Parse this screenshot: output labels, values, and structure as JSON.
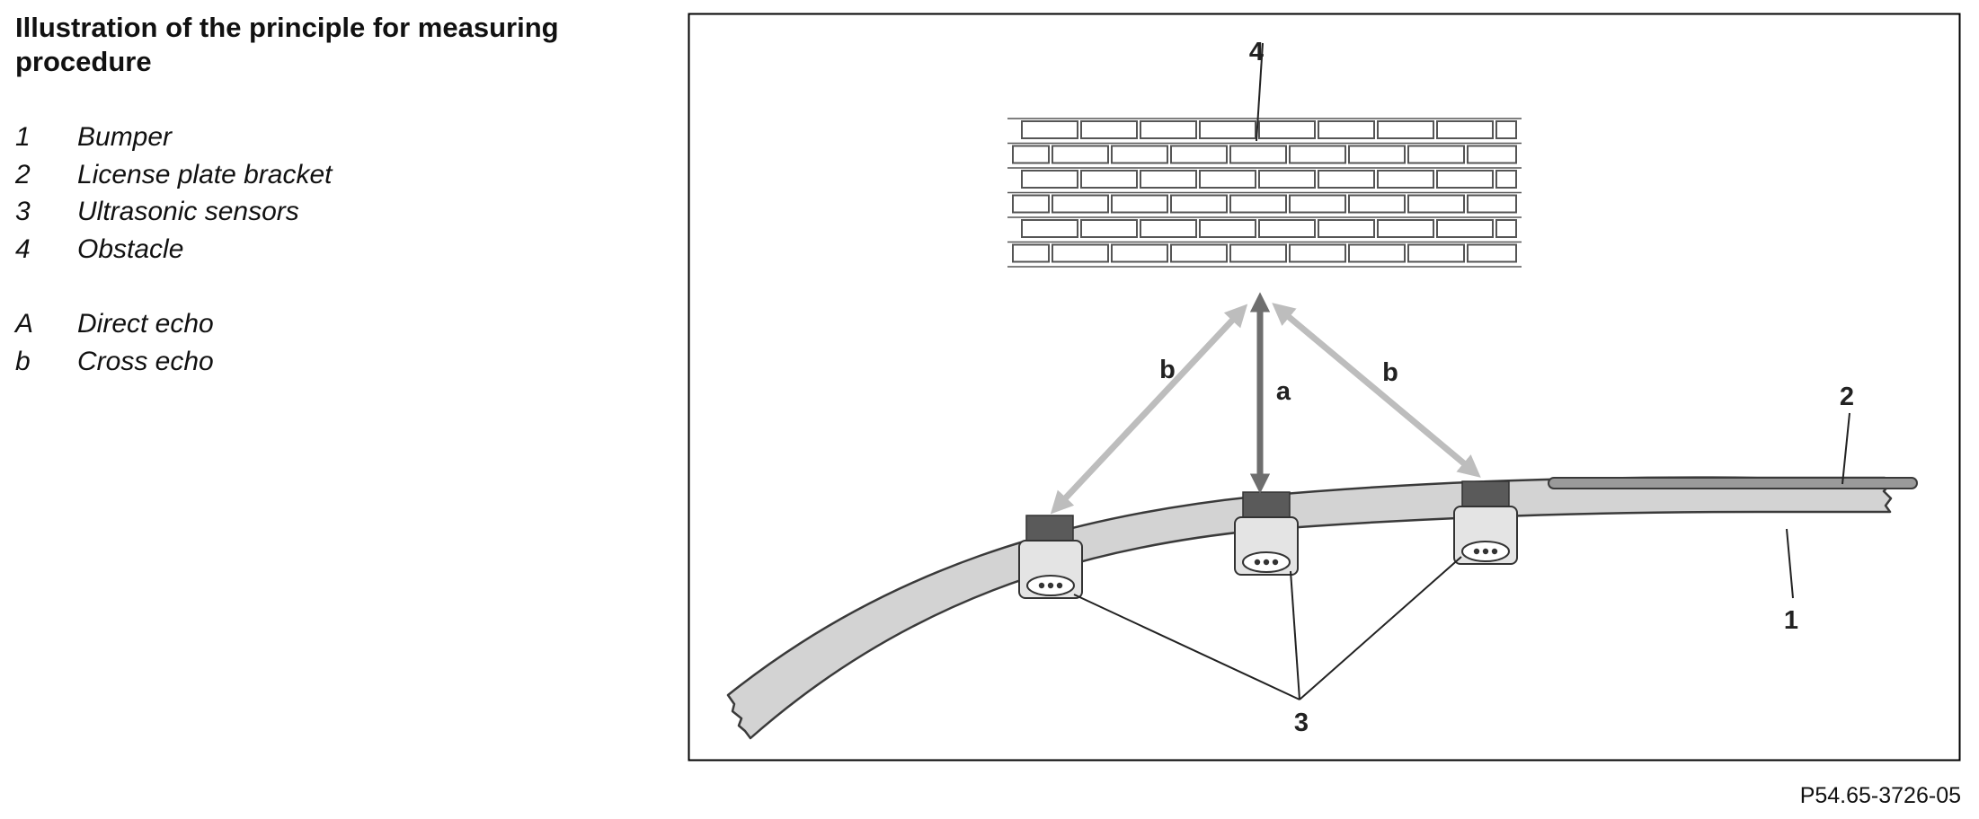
{
  "title": "Illustration of the principle for measuring procedure",
  "legend": {
    "items": [
      {
        "key": "1",
        "label": "Bumper"
      },
      {
        "key": "2",
        "label": "License plate bracket"
      },
      {
        "key": "3",
        "label": "Ultrasonic sensors"
      },
      {
        "key": "4",
        "label": "Obstacle"
      }
    ],
    "echoes": [
      {
        "key": "A",
        "label": "Direct echo"
      },
      {
        "key": "b",
        "label": "Cross echo"
      }
    ]
  },
  "diagram": {
    "callouts": {
      "obstacle": "4",
      "bracket": "2",
      "bumper": "1",
      "sensors": "3",
      "direct_echo": "a",
      "cross_echo_left": "b",
      "cross_echo_right": "b"
    },
    "colors": {
      "bumper_fill": "#d3d3d3",
      "bumper_stroke": "#3a3a3a",
      "arrow_direct": "#6e6e6e",
      "arrow_cross": "#bdbdbd",
      "sensor_cap": "#5a5a5a",
      "sensor_body": "#e4e4e4",
      "brick_line": "#555555",
      "frame": "#000000"
    }
  },
  "figure_id": "P54.65-3726-05"
}
